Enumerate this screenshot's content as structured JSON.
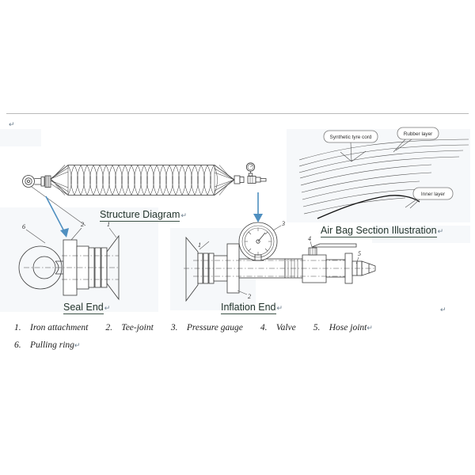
{
  "page": {
    "marks": {
      "pilcrow": "↵"
    }
  },
  "figures": {
    "structure_diagram": {
      "caption": "Structure Diagram",
      "caption_mark": "↵",
      "description": "braided-cord inflatable air bag with pulling ring at left end and inflation fittings with pressure gauge at right end"
    },
    "air_bag_section": {
      "caption": "Air Bag Section Illustration",
      "caption_mark": "↵",
      "callouts": [
        {
          "label": "Synthetic tyre cord"
        },
        {
          "label": "Rubber layer"
        },
        {
          "label": "Inner layer"
        }
      ]
    },
    "seal_end": {
      "caption": "Seal End",
      "caption_mark": "↵",
      "part_numbers": [
        "6",
        "2",
        "1"
      ]
    },
    "inflation_end": {
      "caption": "Inflation End",
      "caption_mark": "↵",
      "part_numbers": [
        "1",
        "2",
        "3",
        "4",
        "5"
      ]
    }
  },
  "legend": {
    "items": [
      {
        "num": "1.",
        "label": "Iron attachment"
      },
      {
        "num": "2.",
        "label": "Tee-joint"
      },
      {
        "num": "3.",
        "label": "Pressure gauge"
      },
      {
        "num": "4.",
        "label": "Valve"
      },
      {
        "num": "5.",
        "label": "Hose joint"
      },
      {
        "num": "6.",
        "label": "Pulling ring"
      }
    ],
    "row1_end_mark": "↵",
    "row2_end_mark": "↵"
  },
  "colors": {
    "arrow_blue": "#4f8fc0",
    "caption_green": "#23342c",
    "line_gray": "#3a3a3a",
    "tint": "#eef2f6"
  }
}
